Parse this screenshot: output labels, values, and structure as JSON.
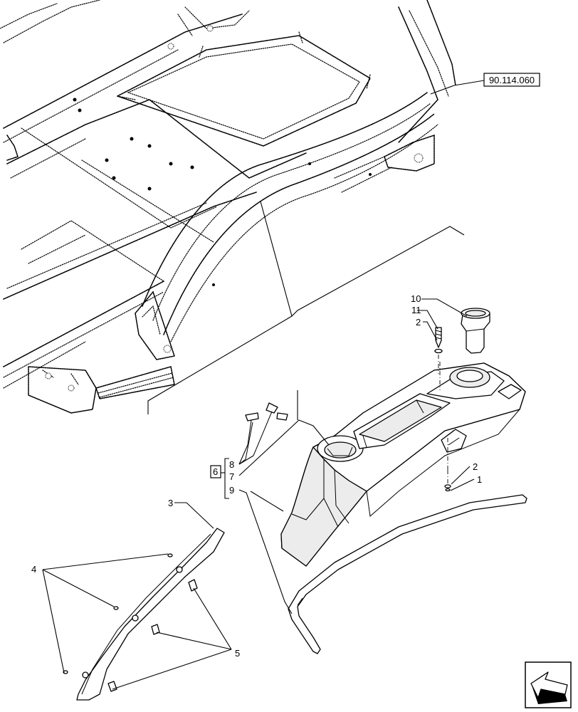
{
  "reference_code": "90.114.060",
  "callouts": {
    "c1": "1",
    "c2a": "2",
    "c2b": "2",
    "c3": "3",
    "c4": "4",
    "c5": "5",
    "c6": "6",
    "c7": "7",
    "c8": "8",
    "c9": "9",
    "c10": "10",
    "c11": "11"
  },
  "nav_icon": "arrow-down-left-icon"
}
